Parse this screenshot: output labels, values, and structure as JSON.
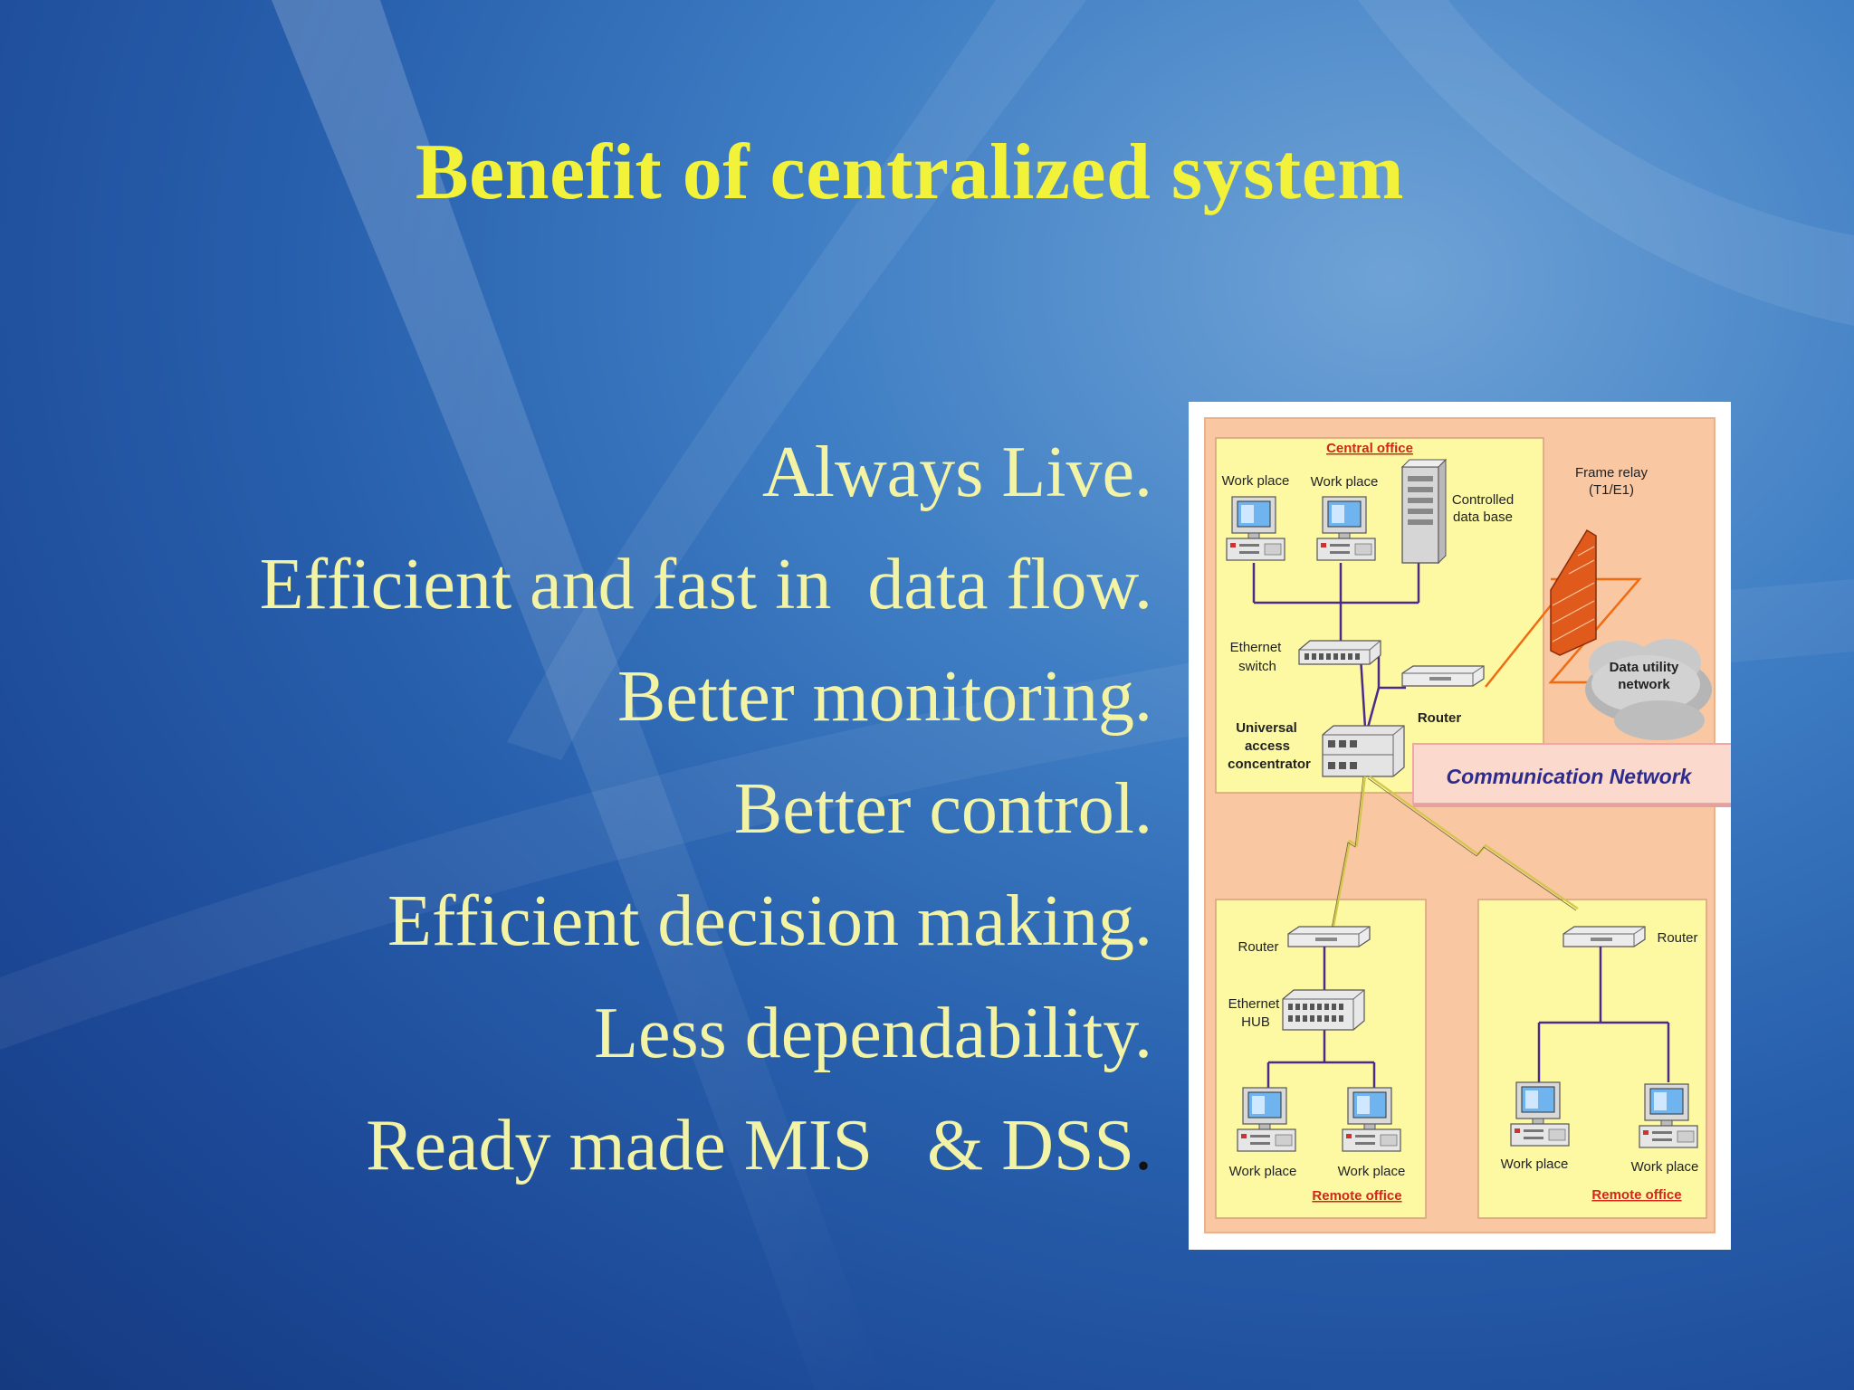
{
  "slide": {
    "title": "Benefit of centralized system",
    "bullets": [
      "Always Live.",
      "Efficient and fast in  data flow.",
      "Better monitoring.",
      "Better control.",
      "Efficient decision making.",
      "Less dependability.",
      "Ready made MIS   & DSS"
    ],
    "last_bullet_punct": "."
  },
  "diagram": {
    "central_office": "Central office",
    "workplace_1": "Work place",
    "workplace_2": "Work place",
    "database_line1": "Controlled",
    "database_line2": "data base",
    "frame_relay_line1": "Frame relay",
    "frame_relay_line2": "(T1/E1)",
    "ethernet_switch_line1": "Ethernet",
    "ethernet_switch_line2": "switch",
    "router_central": "Router",
    "uac_line1": "Universal",
    "uac_line2": "access",
    "uac_line3": "concentrator",
    "cloud_line1": "Data utility",
    "cloud_line2": "network",
    "comm_network": "Communication Network",
    "remote_left": {
      "router": "Router",
      "hub_line1": "Ethernet",
      "hub_line2": "HUB",
      "workplace_1": "Work place",
      "workplace_2": "Work place",
      "label": "Remote office"
    },
    "remote_right": {
      "router": "Router",
      "workplace_1": "Work place",
      "workplace_2": "Work place",
      "label": "Remote office"
    },
    "colors": {
      "peach": "#f9c8a3",
      "panel": "#fdf9a2",
      "wire": "#4b2a8a",
      "label_red": "#d0261b",
      "comm_text": "#2d2b8e"
    }
  }
}
